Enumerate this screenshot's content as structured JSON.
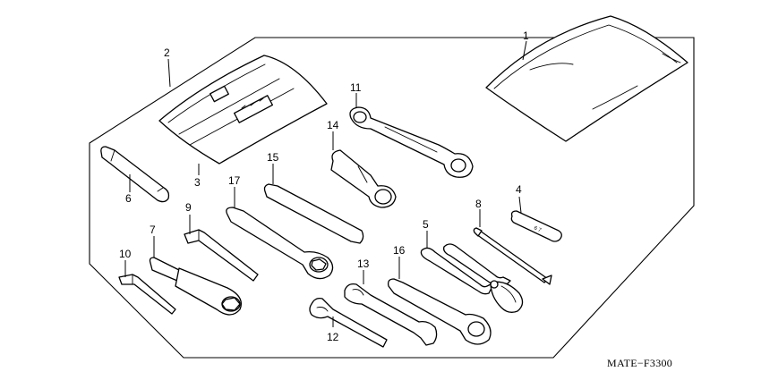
{
  "diagram_code": "MATE−F3300",
  "callouts": [
    {
      "id": "1",
      "label": "1"
    },
    {
      "id": "2",
      "label": "2"
    },
    {
      "id": "3",
      "label": "3"
    },
    {
      "id": "4",
      "label": "4"
    },
    {
      "id": "5",
      "label": "5"
    },
    {
      "id": "6",
      "label": "6"
    },
    {
      "id": "7",
      "label": "7"
    },
    {
      "id": "8",
      "label": "8"
    },
    {
      "id": "9",
      "label": "9"
    },
    {
      "id": "10",
      "label": "10"
    },
    {
      "id": "11",
      "label": "11"
    },
    {
      "id": "12",
      "label": "12"
    },
    {
      "id": "13",
      "label": "13"
    },
    {
      "id": "14",
      "label": "14"
    },
    {
      "id": "15",
      "label": "15"
    },
    {
      "id": "16",
      "label": "16"
    },
    {
      "id": "17",
      "label": "17"
    }
  ]
}
